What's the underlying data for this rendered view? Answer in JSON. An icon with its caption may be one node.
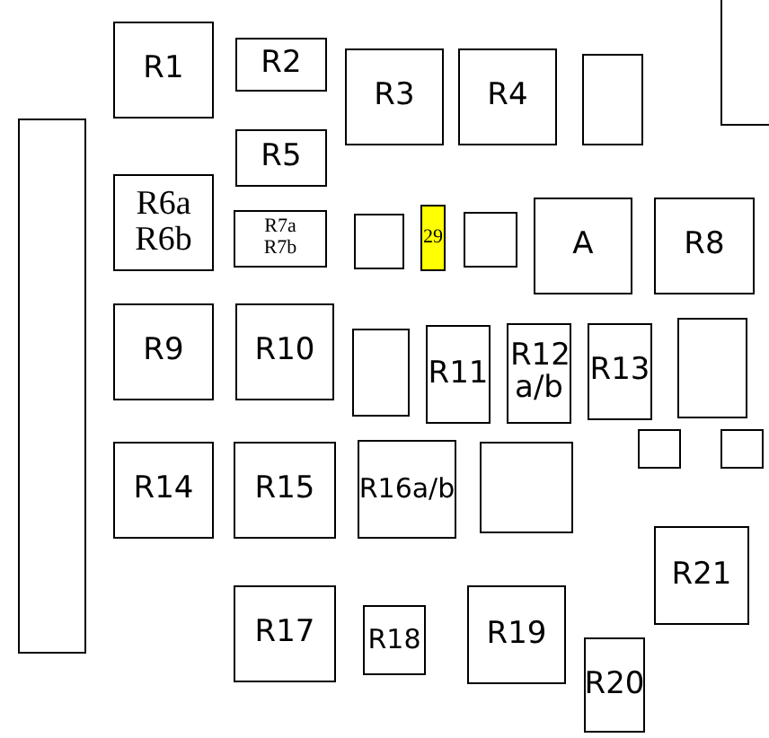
{
  "diagram": {
    "nodes": [
      {
        "text": [],
        "shape": "box"
      },
      {
        "text": [
          "R1"
        ]
      },
      {
        "text": [
          "R2"
        ]
      },
      {
        "text": [
          "R3"
        ]
      },
      {
        "text": [
          "R4"
        ]
      },
      {
        "text": [],
        "shape": "box"
      },
      {
        "text": [],
        "shape": "box"
      },
      {
        "text": [
          "R5"
        ]
      },
      {
        "text": [
          "R6a R6b"
        ]
      },
      {
        "text": [
          "A"
        ]
      },
      {
        "text": [
          "R8"
        ]
      },
      {
        "text": [
          "29"
        ]
      },
      {
        "text": [
          "R7a R7b"
        ]
      },
      {
        "text": [],
        "shape": "box"
      },
      {
        "text": [],
        "shape": "box"
      },
      {
        "text": [
          "R9"
        ]
      },
      {
        "text": [
          "R10"
        ]
      },
      {
        "text": [],
        "shape": "box"
      },
      {
        "text": [
          "R12 a/b"
        ]
      },
      {
        "text": [
          "R13"
        ]
      },
      {
        "text": [
          "R11"
        ]
      },
      {
        "text": [],
        "shape": "box"
      },
      {
        "text": [],
        "shape": "box"
      },
      {
        "text": [],
        "shape": "box"
      },
      {
        "text": [
          "R14"
        ]
      },
      {
        "text": [
          "R15"
        ]
      },
      {
        "text": [
          "R16a/b"
        ]
      },
      {
        "text": [],
        "shape": "box"
      },
      {
        "text": [
          "R21"
        ]
      },
      {
        "text": [
          "R17"
        ]
      },
      {
        "text": [
          "R19"
        ]
      },
      {
        "text": [
          "R18"
        ]
      },
      {
        "text": [
          "R20"
        ]
      }
    ]
  }
}
